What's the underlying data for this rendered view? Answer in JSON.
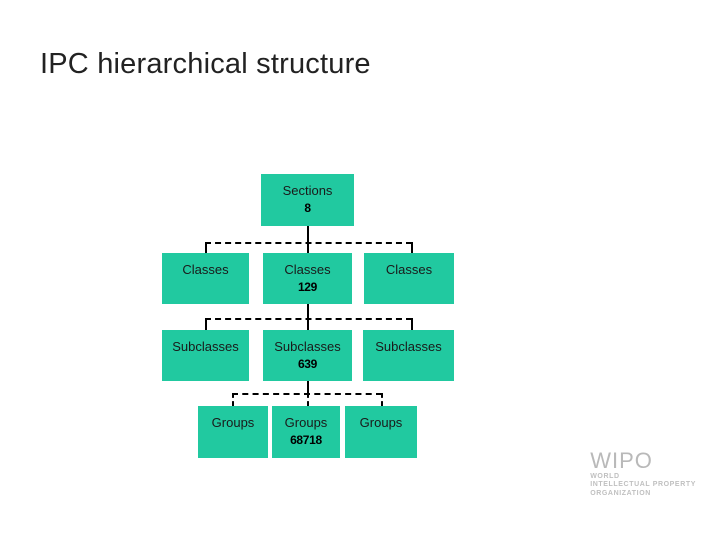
{
  "slide": {
    "title": "IPC hierarchical structure"
  },
  "diagram": {
    "levels": [
      {
        "name": "sections",
        "nodes": [
          {
            "label": "Sections",
            "value": "8"
          }
        ]
      },
      {
        "name": "classes",
        "nodes": [
          {
            "label": "Classes",
            "value": ""
          },
          {
            "label": "Classes",
            "value": "129"
          },
          {
            "label": "Classes",
            "value": ""
          }
        ]
      },
      {
        "name": "subclasses",
        "nodes": [
          {
            "label": "Subclasses",
            "value": ""
          },
          {
            "label": "Subclasses",
            "value": "639"
          },
          {
            "label": "Subclasses",
            "value": ""
          }
        ]
      },
      {
        "name": "groups",
        "nodes": [
          {
            "label": "Groups",
            "value": ""
          },
          {
            "label": "Groups",
            "value": "68718"
          },
          {
            "label": "Groups",
            "value": ""
          }
        ]
      }
    ],
    "box_color": "#21C9A0",
    "line_color": "#000000"
  },
  "logo": {
    "word": "WIPO",
    "lines": [
      "WORLD",
      "INTELLECTUAL PROPERTY",
      "ORGANIZATION"
    ]
  }
}
